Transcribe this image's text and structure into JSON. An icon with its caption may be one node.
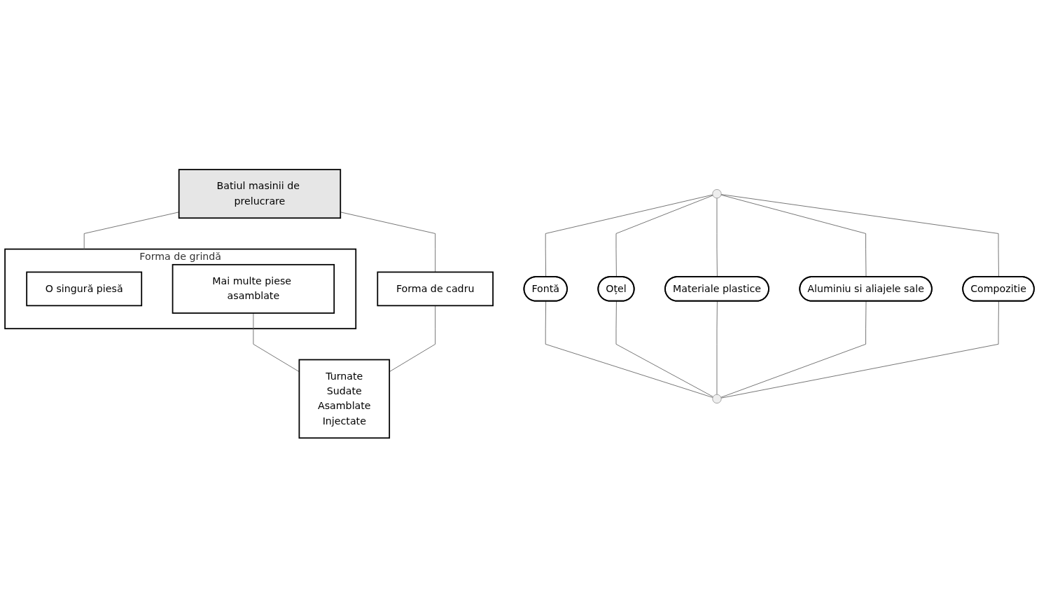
{
  "diagram": {
    "nodes": [
      {
        "text": [
          "Batiul masinii de prelucrare"
        ]
      },
      {
        "text": [
          "Forma de grindă"
        ]
      },
      {
        "text": [
          "O singură piesă"
        ],
        "in": 1
      },
      {
        "text": [
          "Mai multe piese asamblate"
        ],
        "in": 1
      },
      {
        "text": [
          "Forma de cadru"
        ]
      },
      {
        "text": [
          "Turnate",
          "Sudate",
          "Asamblate",
          "Injectate"
        ]
      },
      {
        "text": [],
        "shape": "point"
      },
      {
        "text": [
          "Fontă"
        ]
      },
      {
        "text": [
          "Oțel"
        ]
      },
      {
        "text": [
          "Materiale plastice"
        ]
      },
      {
        "text": [
          "Aluminiu si aliajele sale"
        ]
      },
      {
        "text": [
          "Compozitie"
        ]
      },
      {
        "text": [],
        "shape": "point"
      }
    ],
    "edges": [
      {
        "from": 0,
        "to": 1,
        "arrow": "none"
      },
      {
        "from": 0,
        "to": 4,
        "arrow": "none"
      },
      {
        "from": 3,
        "to": 5,
        "arrow": "none"
      },
      {
        "from": 4,
        "to": 5,
        "arrow": "none"
      },
      {
        "from": 6,
        "to": 7,
        "arrow": "none"
      },
      {
        "from": 6,
        "to": 8,
        "arrow": "none"
      },
      {
        "from": 6,
        "to": 9,
        "arrow": "none"
      },
      {
        "from": 6,
        "to": 10,
        "arrow": "none"
      },
      {
        "from": 6,
        "to": 11,
        "arrow": "none"
      },
      {
        "from": 7,
        "to": 12,
        "arrow": "none"
      },
      {
        "from": 8,
        "to": 12,
        "arrow": "none"
      },
      {
        "from": 9,
        "to": 12,
        "arrow": "none"
      },
      {
        "from": 10,
        "to": 12,
        "arrow": "none"
      },
      {
        "from": 11,
        "to": 12,
        "arrow": "none"
      }
    ]
  }
}
